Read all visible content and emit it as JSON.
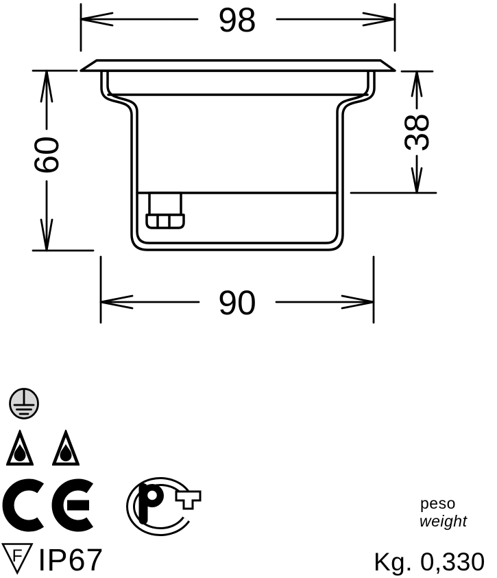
{
  "drawing": {
    "dimensions": {
      "top_width": "98",
      "left_height": "60",
      "right_depth": "38",
      "bottom_width": "90"
    }
  },
  "marks": {
    "f_label": "F",
    "ip_rating": "IP67",
    "icons": [
      "protective-earth-icon",
      "water-drop-triangle-icon",
      "water-drop-triangle-icon",
      "ce-mark-icon",
      "pct-gost-mark-icon",
      "f-triangle-icon"
    ]
  },
  "weight": {
    "label_it": "peso",
    "label_en": "weight",
    "value": "Kg. 0,330"
  },
  "colors": {
    "ink": "#000000",
    "earth_symbol_fill": "#d6d6d6",
    "background": "#ffffff"
  }
}
